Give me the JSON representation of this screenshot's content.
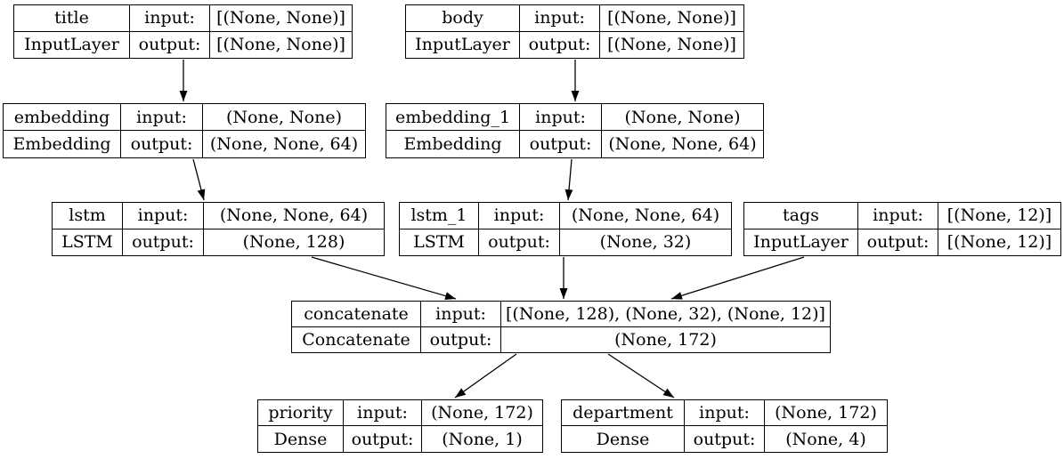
{
  "diagram": {
    "kind": "keras-model-plot",
    "background_color": "#ffffff",
    "line_color": "#000000",
    "labels": {
      "input": "input:",
      "output": "output:"
    },
    "nodes": [
      {
        "id": "title",
        "name": "title",
        "layer_class": "InputLayer",
        "input_shape": "[(None, None)]",
        "output_shape": "[(None, None)]"
      },
      {
        "id": "body",
        "name": "body",
        "layer_class": "InputLayer",
        "input_shape": "[(None, None)]",
        "output_shape": "[(None, None)]"
      },
      {
        "id": "embedding",
        "name": "embedding",
        "layer_class": "Embedding",
        "input_shape": "(None, None)",
        "output_shape": "(None, None, 64)"
      },
      {
        "id": "embedding_1",
        "name": "embedding_1",
        "layer_class": "Embedding",
        "input_shape": "(None, None)",
        "output_shape": "(None, None, 64)"
      },
      {
        "id": "lstm",
        "name": "lstm",
        "layer_class": "LSTM",
        "input_shape": "(None, None, 64)",
        "output_shape": "(None, 128)"
      },
      {
        "id": "lstm_1",
        "name": "lstm_1",
        "layer_class": "LSTM",
        "input_shape": "(None, None, 64)",
        "output_shape": "(None, 32)"
      },
      {
        "id": "tags",
        "name": "tags",
        "layer_class": "InputLayer",
        "input_shape": "[(None, 12)]",
        "output_shape": "[(None, 12)]"
      },
      {
        "id": "concatenate",
        "name": "concatenate",
        "layer_class": "Concatenate",
        "input_shape": "[(None, 128), (None, 32), (None, 12)]",
        "output_shape": "(None, 172)"
      },
      {
        "id": "priority",
        "name": "priority",
        "layer_class": "Dense",
        "input_shape": "(None, 172)",
        "output_shape": "(None, 1)"
      },
      {
        "id": "department",
        "name": "department",
        "layer_class": "Dense",
        "input_shape": "(None, 172)",
        "output_shape": "(None, 4)"
      }
    ],
    "edges": [
      {
        "from": "title",
        "to": "embedding"
      },
      {
        "from": "body",
        "to": "embedding_1"
      },
      {
        "from": "embedding",
        "to": "lstm"
      },
      {
        "from": "embedding_1",
        "to": "lstm_1"
      },
      {
        "from": "lstm",
        "to": "concatenate"
      },
      {
        "from": "lstm_1",
        "to": "concatenate"
      },
      {
        "from": "tags",
        "to": "concatenate"
      },
      {
        "from": "concatenate",
        "to": "priority"
      },
      {
        "from": "concatenate",
        "to": "department"
      }
    ]
  }
}
